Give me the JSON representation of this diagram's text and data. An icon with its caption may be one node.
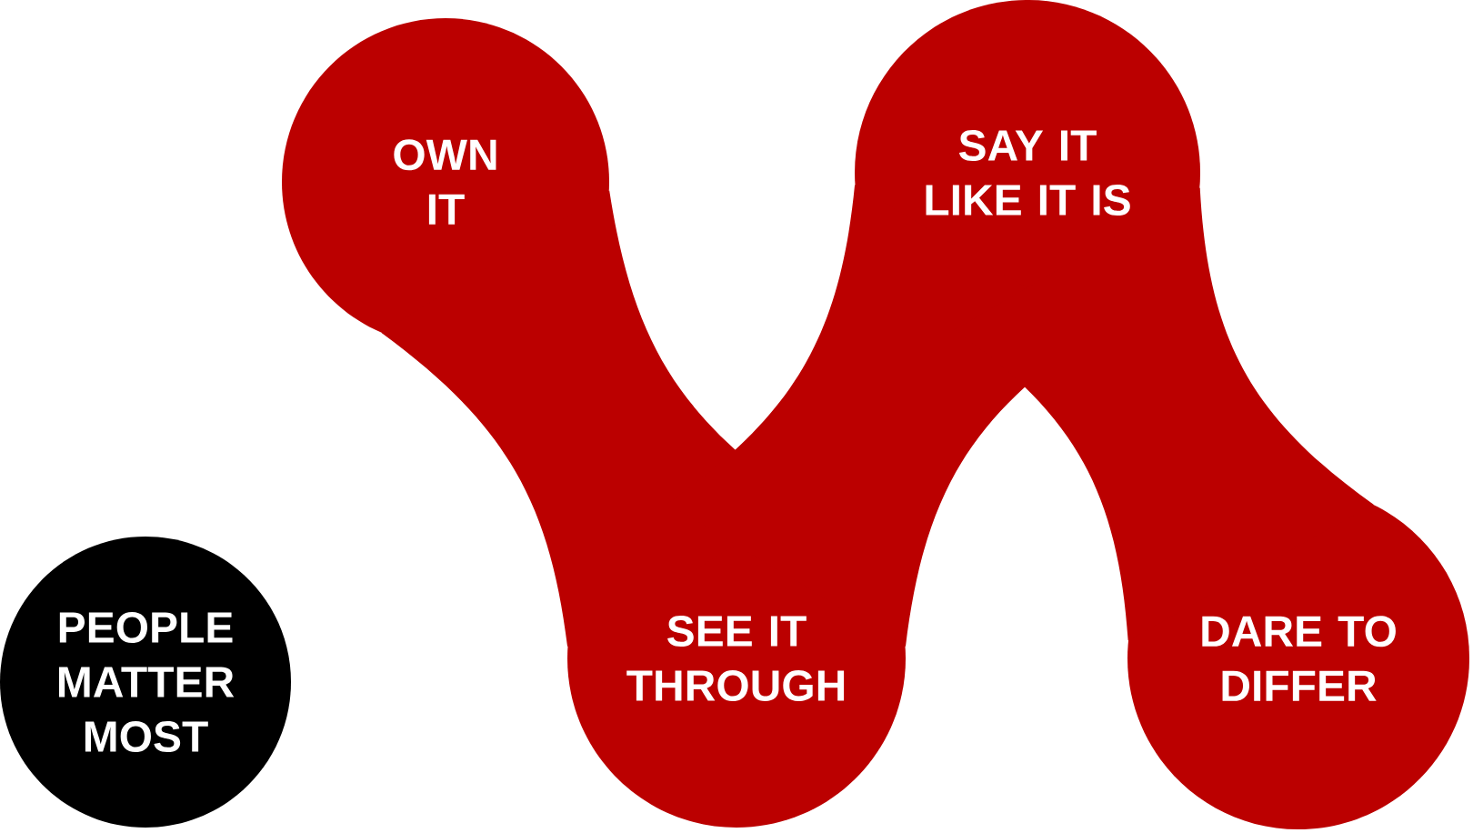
{
  "diagram": {
    "nodes": [
      {
        "text": [
          "OWN IT"
        ]
      },
      {
        "text": [
          "SAY IT LIKE IT IS"
        ]
      },
      {
        "text": [
          "SEE IT THROUGH"
        ]
      },
      {
        "text": [
          "DARE TO DIFFER"
        ]
      },
      {
        "text": [
          "PEOPLE MATTER MOST"
        ]
      }
    ],
    "edges": [
      {
        "from": 0,
        "to": 2,
        "arrow": "none"
      },
      {
        "from": 2,
        "to": 1,
        "arrow": "none"
      },
      {
        "from": 1,
        "to": 3,
        "arrow": "none"
      }
    ]
  }
}
